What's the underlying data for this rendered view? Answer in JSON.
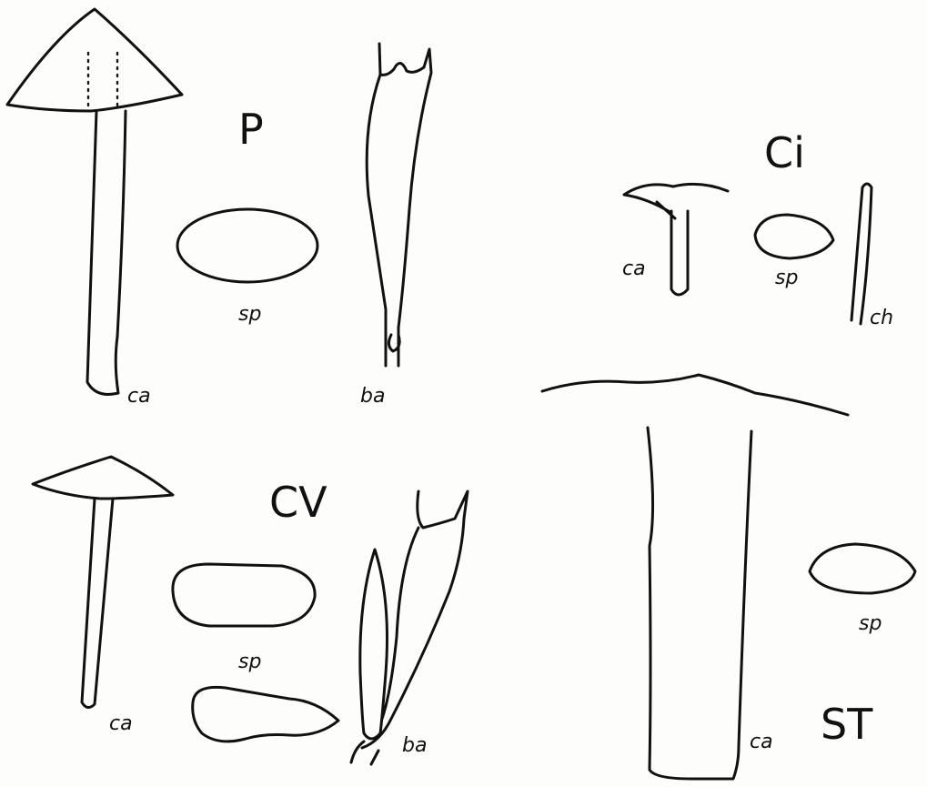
{
  "panels": {
    "p": {
      "title": "P",
      "cap_label": "ca",
      "spore_label": "sp",
      "basidium_label": "ba"
    },
    "ci": {
      "title": "Ci",
      "cap_label": "ca",
      "spore_label": "sp",
      "cheilocystidium_label": "ch"
    },
    "cv": {
      "title": "CV",
      "cap_label": "ca",
      "spore_label": "sp",
      "basidium_label": "ba"
    },
    "st": {
      "title": "ST",
      "cap_label": "ca",
      "spore_label": "sp"
    }
  },
  "colors": {
    "ink": "#111111",
    "paper": "#fdfdfb"
  }
}
